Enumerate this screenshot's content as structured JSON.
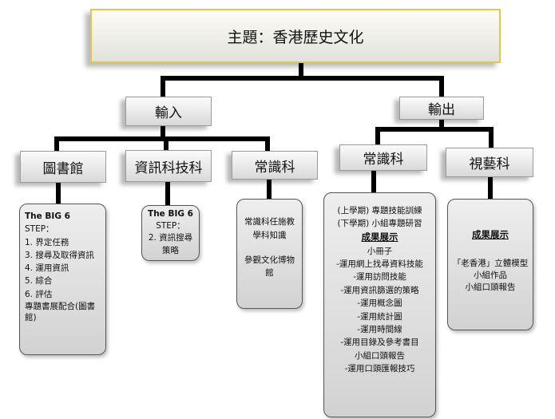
{
  "root": {
    "title": "主題：香港歷史文化"
  },
  "input": {
    "label": "輸入",
    "children": [
      {
        "label": "圖書館",
        "lines": [
          "The BIG 6",
          "STEP：",
          "1. 界定任務",
          "3. 搜尋及取得資訊",
          "4. 運用資訊",
          "5. 綜合",
          "6. 評估",
          "專題書展配合(圖書館)"
        ]
      },
      {
        "label": "資訊科技科",
        "lines": [
          "The BIG 6",
          "STEP：",
          "2. 資訊搜尋策略"
        ]
      },
      {
        "label": "常識科",
        "lines": [
          "常識科任施教學科知識",
          "參觀文化博物館"
        ]
      }
    ]
  },
  "output": {
    "label": "輸出",
    "children": [
      {
        "label": "常識科",
        "lines": [
          "(上學期) 專題技能訓練",
          "(下學期) 小組專題研習",
          "成果展示",
          "小冊子",
          "-運用網上找尋資料技能",
          "-運用訪問技能",
          "-運用資訊篩選的策略",
          "-運用概念圖",
          "-運用統計圖",
          "-運用時間線",
          "-運用目錄及參考書目",
          "小組口頭報告",
          "-運用口頭匯報技巧"
        ]
      },
      {
        "label": "視藝科",
        "lines": [
          "成果展示",
          "「老香港」立體模型小組作品",
          "小組口頭報告"
        ]
      }
    ]
  }
}
